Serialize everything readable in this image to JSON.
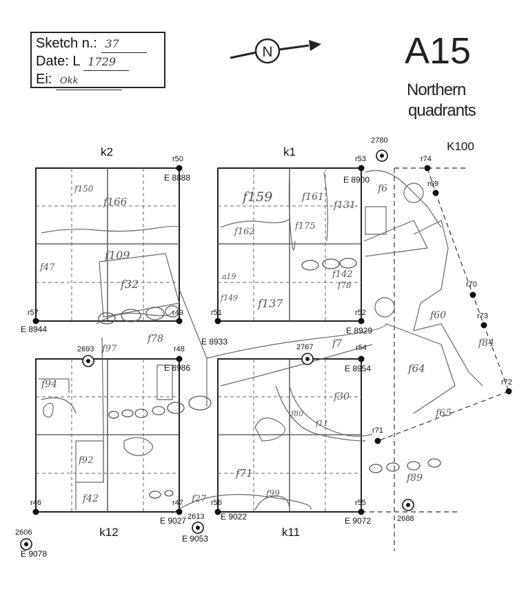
{
  "info": {
    "sketch_label": "Sketch n.:",
    "sketch_value": "37",
    "date_label": "Date: L",
    "date_value": "1729",
    "ei_label": "Ei:",
    "ei_value": "Okk"
  },
  "north_label": "N",
  "title": "A15",
  "subtitle_line1": "Northern",
  "subtitle_line2": "quadrants",
  "quadrants": {
    "k2": "k2",
    "k1": "k1",
    "k12": "k12",
    "k11": "k11",
    "k100": "K100"
  },
  "points": {
    "r50": "r50",
    "r53": "r53",
    "r74": "r74",
    "r69": "r69",
    "r70": "r70",
    "r73": "r73",
    "r72": "r72",
    "r57": "r57",
    "r49": "r49",
    "r51": "r51",
    "r52": "r52",
    "r48": "r48",
    "r54": "r54",
    "r71": "r71",
    "r46": "r46",
    "r47": "r47",
    "r56": "r56",
    "r55": "r55",
    "e8888": "E 8888",
    "e8900": "E 8900",
    "e8944": "E 8944",
    "e8933": "E 8933",
    "e8929": "E 8929",
    "e8986": "E 8986",
    "e8954": "E 8954",
    "e9027": "E 9027",
    "e9022": "E 9022",
    "e9072": "E 9072",
    "e9053": "E 9053",
    "e9078": "E 9078"
  },
  "markers": {
    "m2780": "2780",
    "m2693": "2693",
    "m2767": "2767",
    "m2613": "2613",
    "m2606": "2606",
    "m2688": "2688"
  },
  "features": {
    "f166": "f166",
    "f150": "f150",
    "f47": "f47",
    "f109": "f109",
    "f32": "f32",
    "f159": "f159",
    "f161": "f161",
    "f131": "f131",
    "f162": "f162",
    "f175": "f175",
    "f142": "f142",
    "f78a": "f78",
    "a19": "a19",
    "f149": "f149",
    "f137": "f137",
    "f6": "f6",
    "f60": "f60",
    "f84": "f84",
    "f64": "f64",
    "f65": "f65",
    "f89": "f89",
    "f97": "f97",
    "f78": "f78",
    "f7": "f7",
    "f30": "f30",
    "f80": "f80",
    "f11": "f11",
    "f94": "f94",
    "f92": "f92",
    "f42": "f42",
    "f27": "f27",
    "f71": "f71",
    "f99": "f99"
  }
}
